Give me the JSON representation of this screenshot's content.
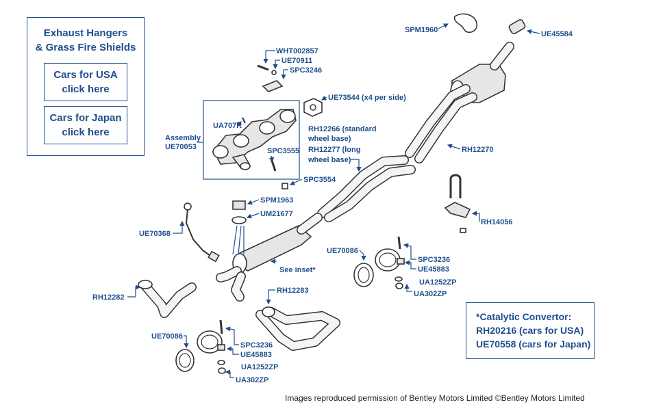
{
  "nav": {
    "title": "Exhaust Hangers\n& Grass Fire Shields",
    "usa_label": "Cars for USA\nclick here",
    "japan_label": "Cars for Japan\nclick here"
  },
  "catalytic": {
    "line1": "*Catalytic Convertor:",
    "line2": "RH20216 (cars for USA)",
    "line3": "UE70558 (cars for Japan)"
  },
  "credit": "Images reproduced permission of Bentley Motors Limited ©Bentley Motors Limited",
  "labels": {
    "spm1960": "SPM1960",
    "ue45584": "UE45584",
    "wht002857": "WHT002857",
    "ue70911": "UE70911",
    "spc3246": "SPC3246",
    "ue73544": "UE73544 (x4 per side)",
    "assembly1": "Assembly",
    "assembly2": "UE70053",
    "ua707r": "UA707R",
    "spc3555": "SPC3555",
    "rh12266_1": "RH12266 (standard",
    "rh12266_2": "wheel base)",
    "rh12266_3": "RH12277 (long",
    "rh12266_4": "wheel base)",
    "rh12270": "RH12270",
    "spc3554": "SPC3554",
    "spm1963": "SPM1963",
    "um21677": "UM21677",
    "ue70368": "UE70368",
    "rh14056": "RH14056",
    "ue70086_a": "UE70086",
    "spc3236_a": "SPC3236",
    "ue45883_a": "UE45883",
    "ua1252zp_a": "UA1252ZP",
    "ua302zp_a": "UA302ZP",
    "see_inset": "See inset*",
    "rh12283": "RH12283",
    "rh12282": "RH12282",
    "ue70086_b": "UE70086",
    "spc3236_b": "SPC3236",
    "ue45883_b": "UE45883",
    "ua1252zp_b": "UA1252ZP",
    "ua302zp_b": "UA302ZP"
  }
}
